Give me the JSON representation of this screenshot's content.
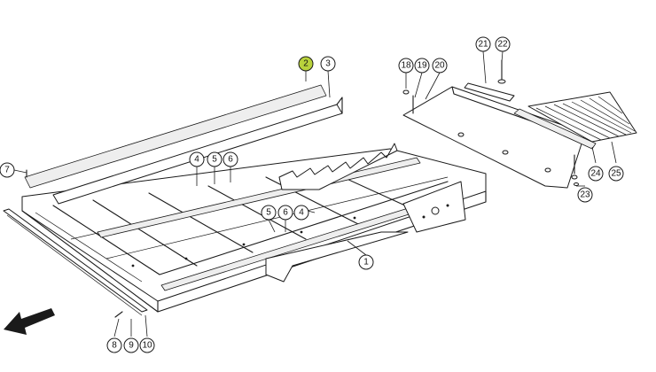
{
  "callouts": {
    "c1": "1",
    "c2": "2",
    "c3": "3",
    "c4a": "4",
    "c4b": "4",
    "c5a": "5",
    "c5b": "5",
    "c6a": "6",
    "c6b": "6",
    "c7": "7",
    "c8": "8",
    "c9": "9",
    "c10": "10",
    "c18": "18",
    "c19": "19",
    "c20": "20",
    "c21": "21",
    "c22": "22",
    "c23": "23",
    "c24": "24",
    "c25": "25"
  },
  "highlight_color": "#b9d23c",
  "line_color": "#1a1a1a",
  "direction_arrow": "arrow-down-left-icon"
}
